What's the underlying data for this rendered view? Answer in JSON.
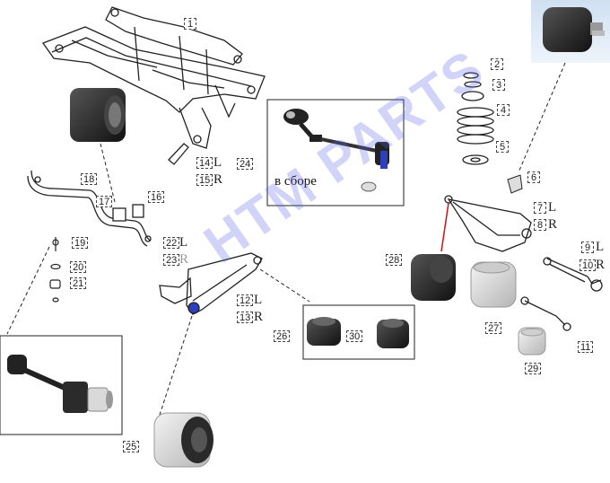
{
  "diagram": {
    "assembly_caption": "в сборе",
    "watermark_text": "HTM PARTS",
    "callouts": [
      {
        "id": "c1",
        "label": "1"
      },
      {
        "id": "c2",
        "label": "2"
      },
      {
        "id": "c3",
        "label": "3"
      },
      {
        "id": "c4",
        "label": "4"
      },
      {
        "id": "c5",
        "label": "5"
      },
      {
        "id": "c6",
        "label": "6"
      },
      {
        "id": "c7",
        "label": "7",
        "side": "L"
      },
      {
        "id": "c8",
        "label": "8",
        "side": "R"
      },
      {
        "id": "c9",
        "label": "9",
        "side": "L"
      },
      {
        "id": "c10",
        "label": "10",
        "side": "R"
      },
      {
        "id": "c11",
        "label": "11"
      },
      {
        "id": "c12",
        "label": "12",
        "side": "L"
      },
      {
        "id": "c13",
        "label": "13",
        "side": "R"
      },
      {
        "id": "c14",
        "label": "14",
        "side": "L"
      },
      {
        "id": "c15",
        "label": "15",
        "side": "R"
      },
      {
        "id": "c16",
        "label": "16"
      },
      {
        "id": "c17",
        "label": "17"
      },
      {
        "id": "c18",
        "label": "18"
      },
      {
        "id": "c19",
        "label": "19"
      },
      {
        "id": "c20",
        "label": "20"
      },
      {
        "id": "c21",
        "label": "21"
      },
      {
        "id": "c22",
        "label": "22",
        "side": "L"
      },
      {
        "id": "c23",
        "label": "23",
        "side": "R"
      },
      {
        "id": "c24",
        "label": "24"
      },
      {
        "id": "c25",
        "label": "25"
      },
      {
        "id": "c26",
        "label": "26"
      },
      {
        "id": "c27",
        "label": "27"
      },
      {
        "id": "c28",
        "label": "28"
      },
      {
        "id": "c29",
        "label": "29"
      },
      {
        "id": "c30",
        "label": "30"
      }
    ]
  },
  "colors": {
    "line": "#222222",
    "part_dark": "#2b2b2b",
    "bushing_light": "#e6e6e6",
    "watermark": "#5a64e6",
    "leader_red": "#cc1111"
  }
}
